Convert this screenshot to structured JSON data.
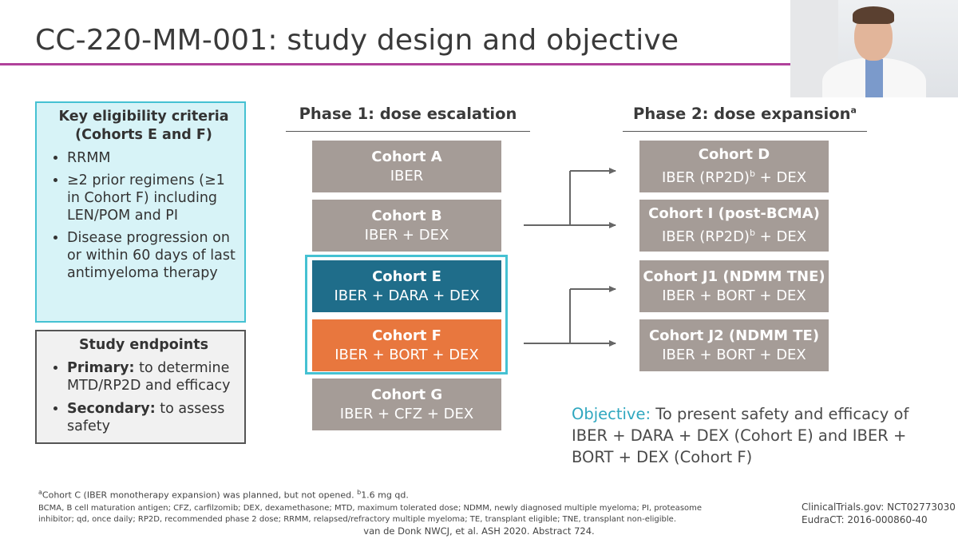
{
  "title": "CC-220-MM-001: study design and objective",
  "eligibility": {
    "heading": "Key eligibility criteria (Cohorts E and F)",
    "items": [
      "RRMM",
      "≥2 prior regimens (≥1 in Cohort F) including LEN/POM and PI",
      "Disease progression on or within 60 days of last antimyeloma therapy"
    ]
  },
  "endpoints": {
    "heading": "Study endpoints",
    "items": [
      {
        "label": "Primary:",
        "text": " to determine MTD/RP2D and efficacy"
      },
      {
        "label": "Secondary:",
        "text": " to assess safety"
      }
    ]
  },
  "phase1": {
    "heading": "Phase 1: dose escalation",
    "cohorts": [
      {
        "name": "Cohort A",
        "regimen": "IBER"
      },
      {
        "name": "Cohort B",
        "regimen": "IBER + DEX"
      },
      {
        "name": "Cohort E",
        "regimen": "IBER + DARA + DEX"
      },
      {
        "name": "Cohort F",
        "regimen": "IBER + BORT + DEX"
      },
      {
        "name": "Cohort G",
        "regimen": "IBER + CFZ + DEX"
      }
    ]
  },
  "phase2": {
    "heading": "Phase 2: dose expansion",
    "heading_sup": "a",
    "cohorts": [
      {
        "name": "Cohort D",
        "regimen_pre": "IBER (RP2D)",
        "sup": "b",
        "regimen_post": " + DEX"
      },
      {
        "name": "Cohort I (post-BCMA)",
        "regimen_pre": "IBER (RP2D)",
        "sup": "b",
        "regimen_post": " + DEX"
      },
      {
        "name": "Cohort J1 (NDMM TNE)",
        "regimen_pre": "IBER + BORT + DEX",
        "sup": "",
        "regimen_post": ""
      },
      {
        "name": "Cohort J2 (NDMM TE)",
        "regimen_pre": "IBER + BORT + DEX",
        "sup": "",
        "regimen_post": ""
      }
    ]
  },
  "objective": {
    "label": "Objective:",
    "text": " To present safety and efficacy of IBER + DARA + DEX (Cohort E) and IBER + BORT + DEX (Cohort F)"
  },
  "footnotes": {
    "a_mark": "a",
    "a_text": "Cohort C (IBER monotherapy expansion) was planned, but not opened. ",
    "b_mark": "b",
    "b_text": "1.6 mg qd.",
    "abbrev_line1": "BCMA, B cell maturation antigen; CFZ, carfilzomib; DEX, dexamethasone; MTD, maximum tolerated dose; NDMM, newly diagnosed multiple myeloma; PI, proteasome",
    "abbrev_line2": "inhibitor; qd, once daily; RP2D, recommended phase 2 dose; RRMM, relapsed/refractory multiple myeloma; TE, transplant eligible; TNE, transplant non-eligible."
  },
  "trial_ids": [
    "ClinicalTrials.gov: NCT02773030",
    "EudraCT: 2016-000860-40"
  ],
  "citation": "van de Donk NWCJ, et al. ASH 2020. Abstract 724.",
  "colors": {
    "title_rule": "#b0419b",
    "cohort_grey": "#a59c97",
    "cohort_e": "#1f6d8a",
    "cohort_f": "#e8773e",
    "highlight": "#45c1d2"
  }
}
